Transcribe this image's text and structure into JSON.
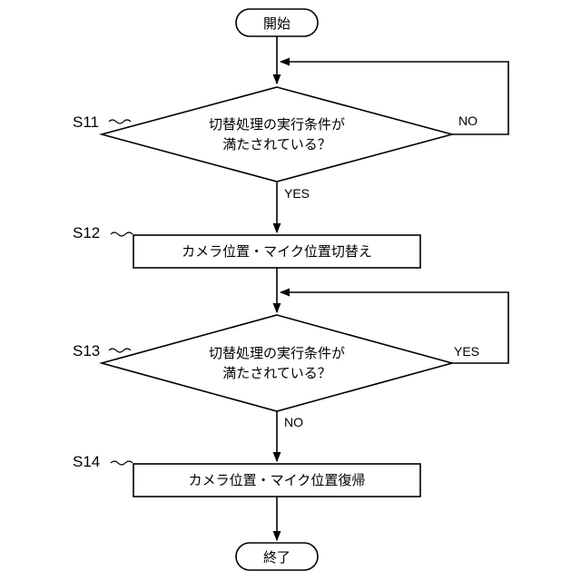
{
  "flowchart": {
    "start": "開始",
    "end": "終了",
    "steps": [
      {
        "id": "S11",
        "type": "decision",
        "lines": [
          "切替処理の実行条件が",
          "満たされている？"
        ],
        "yes": "YES",
        "no": "NO"
      },
      {
        "id": "S12",
        "type": "process",
        "text": "カメラ位置・マイク位置切替え"
      },
      {
        "id": "S13",
        "type": "decision",
        "lines": [
          "切替処理の実行条件が",
          "満たされている？"
        ],
        "yes": "YES",
        "no": "NO"
      },
      {
        "id": "S14",
        "type": "process",
        "text": "カメラ位置・マイク位置復帰"
      }
    ]
  }
}
